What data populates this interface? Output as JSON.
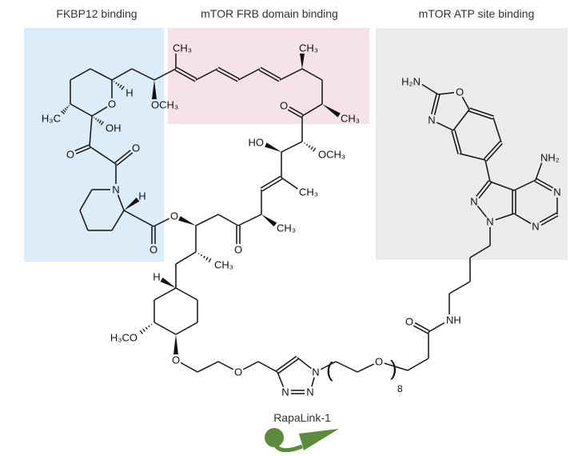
{
  "headers": {
    "fkbp": "FKBP12 binding",
    "frb": "mTOR FRB domain binding",
    "atp": "mTOR ATP site binding"
  },
  "region_colors": {
    "fkbp": "#dcecf9",
    "frb": "#f5e3e8",
    "atp": "#ebebeb"
  },
  "labels": {
    "O": "O",
    "N": "N",
    "H": "H",
    "OH": "OH",
    "HO": "HO",
    "NH": "NH",
    "CH3": "CH₃",
    "H3C": "H₃C",
    "OCH3": "OCH₃",
    "H3CO": "H₃CO",
    "H2N": "H₂N",
    "NH2": "NH₂"
  },
  "repeat": {
    "open": "(",
    "close": ")",
    "count": "8"
  },
  "caption": "RapaLink-1",
  "icon_color": "#5c8b3d"
}
